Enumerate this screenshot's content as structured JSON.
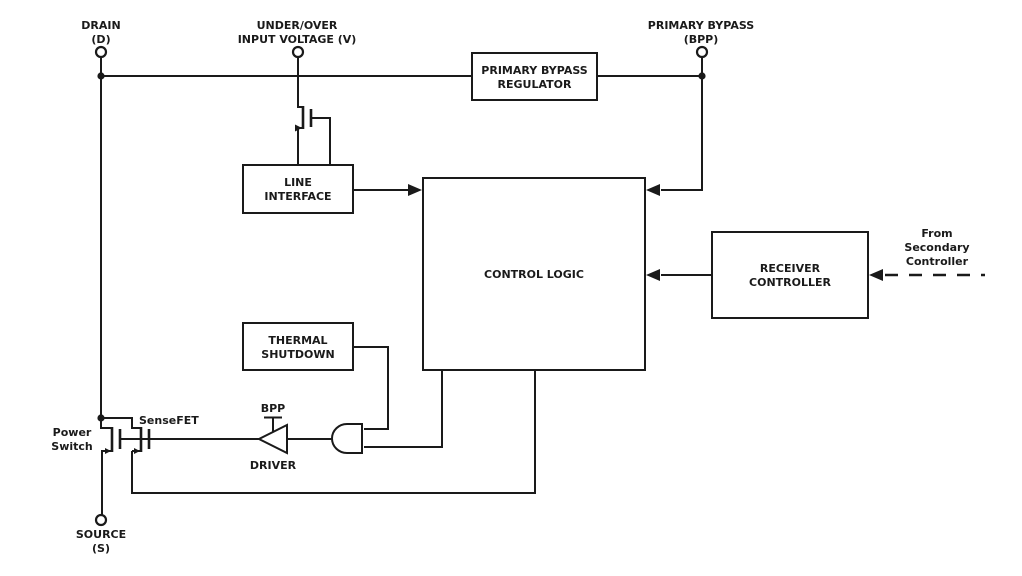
{
  "diagram": {
    "terminals": {
      "drain": {
        "line1": "DRAIN",
        "line2": "(D)"
      },
      "input_voltage": {
        "line1": "UNDER/OVER",
        "line2": "INPUT VOLTAGE (V)"
      },
      "primary_bypass": {
        "line1": "PRIMARY BYPASS",
        "line2": "(BPP)"
      },
      "source": {
        "line1": "SOURCE",
        "line2": "(S)"
      }
    },
    "blocks": {
      "primary_bypass_regulator": {
        "line1": "PRIMARY BYPASS",
        "line2": "REGULATOR"
      },
      "line_interface": {
        "line1": "LINE",
        "line2": "INTERFACE"
      },
      "control_logic": {
        "line1": "CONTROL LOGIC"
      },
      "thermal_shutdown": {
        "line1": "THERMAL",
        "line2": "SHUTDOWN"
      },
      "receiver_controller": {
        "line1": "RECEIVER",
        "line2": "CONTROLLER"
      }
    },
    "labels": {
      "power_switch": {
        "line1": "Power",
        "line2": "Switch"
      },
      "sensefet": "SenseFET",
      "driver_bpp": "BPP",
      "driver": "DRIVER",
      "from_secondary": {
        "line1": "From",
        "line2": "Secondary",
        "line3": "Controller"
      }
    },
    "colors": {
      "ink": "#1a1a1a",
      "background": "#ffffff"
    }
  }
}
